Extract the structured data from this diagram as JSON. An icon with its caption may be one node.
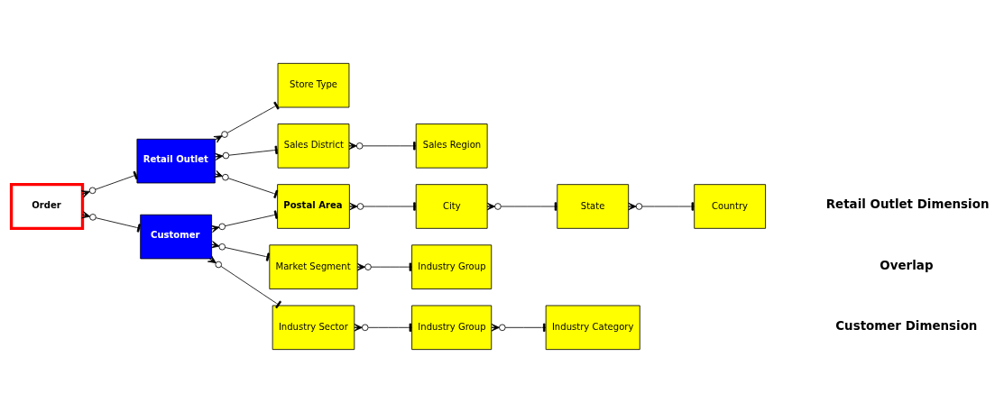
{
  "diagram": {
    "nodes": [
      {
        "text": [
          "Order"
        ]
      },
      {
        "text": [
          "Retail Outlet"
        ]
      },
      {
        "text": [
          "Store Type"
        ]
      },
      {
        "text": [
          "Sales District"
        ]
      },
      {
        "text": [
          "Sales Region"
        ]
      },
      {
        "text": [
          "Postal Area"
        ]
      },
      {
        "text": [
          "City"
        ]
      },
      {
        "text": [
          "State"
        ]
      },
      {
        "text": [
          "Country"
        ]
      },
      {
        "text": [
          "Customer"
        ]
      },
      {
        "text": [
          "Market Segment"
        ]
      },
      {
        "text": [
          "Industry Group"
        ]
      },
      {
        "text": [
          "Industry Sector"
        ]
      },
      {
        "text": [
          "Industry Group"
        ]
      },
      {
        "text": [
          "Industry Category"
        ]
      }
    ],
    "edges": [
      {
        "from": 0,
        "to": 1,
        "arrow": "other"
      },
      {
        "from": 0,
        "to": 9,
        "arrow": "other"
      },
      {
        "from": 1,
        "to": 2,
        "arrow": "other"
      },
      {
        "from": 1,
        "to": 3,
        "arrow": "other"
      },
      {
        "from": 1,
        "to": 5,
        "arrow": "other"
      },
      {
        "from": 3,
        "to": 4,
        "arrow": "other"
      },
      {
        "from": 5,
        "to": 6,
        "arrow": "other"
      },
      {
        "from": 6,
        "to": 7,
        "arrow": "other"
      },
      {
        "from": 7,
        "to": 8,
        "arrow": "other"
      },
      {
        "from": 9,
        "to": 5,
        "arrow": "other"
      },
      {
        "from": 9,
        "to": 10,
        "arrow": "other"
      },
      {
        "from": 9,
        "to": 12,
        "arrow": "other"
      },
      {
        "from": 10,
        "to": 11,
        "arrow": "other"
      },
      {
        "from": 12,
        "to": 13,
        "arrow": "other"
      },
      {
        "from": 13,
        "to": 14,
        "arrow": "other"
      }
    ],
    "labels": [
      "Retail Outlet Dimension",
      "Overlap",
      "Customer Dimension"
    ]
  }
}
